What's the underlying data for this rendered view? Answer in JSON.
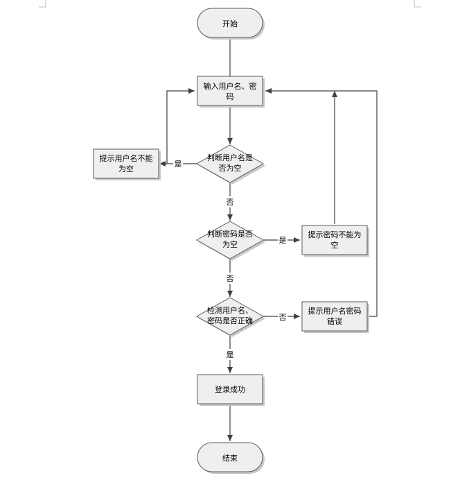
{
  "nodes": {
    "start": "开始",
    "input_line1": "输入用户名、密",
    "input_line2": "码",
    "check_user_line1": "判断用户名是",
    "check_user_line2": "否为空",
    "user_empty_line1": "提示用户名不能",
    "user_empty_line2": "为空",
    "check_pwd_line1": "判断密码是否",
    "check_pwd_line2": "为空",
    "pwd_empty_line1": "提示密码不能为",
    "pwd_empty_line2": "空",
    "verify_line1": "检测用户名、",
    "verify_line2": "密码是否正确",
    "wrong_line1": "提示用户名密码",
    "wrong_line2": "错误",
    "success": "登录成功",
    "end": "结束"
  },
  "edges": {
    "user_empty_yes": "是",
    "user_empty_no": "否",
    "pwd_empty_yes": "是",
    "pwd_empty_no": "否",
    "verify_no": "否",
    "verify_yes": "是"
  }
}
